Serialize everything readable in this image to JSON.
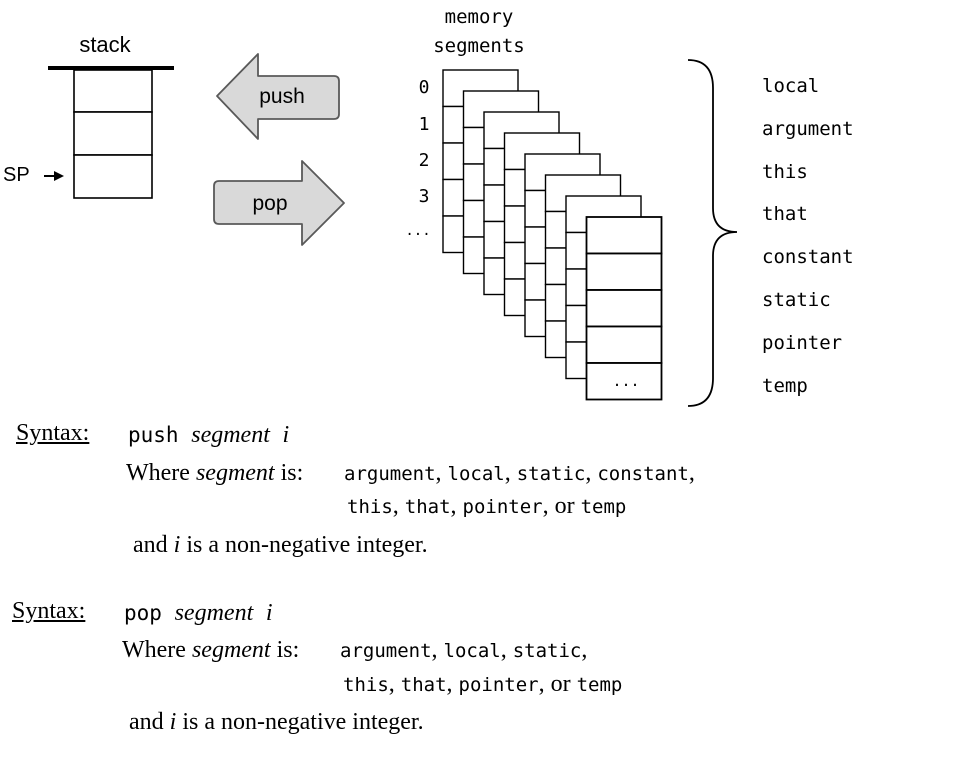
{
  "stack": {
    "title": "stack",
    "sp_label": "SP"
  },
  "arrows": {
    "push_label": "push",
    "pop_label": "pop"
  },
  "memory": {
    "title_line1": "memory",
    "title_line2": "segments",
    "indices": [
      "0",
      "1",
      "2",
      "3",
      "..."
    ],
    "front_ellipsis": "..."
  },
  "segment_names": [
    "local",
    "argument",
    "this",
    "that",
    "constant",
    "static",
    "pointer",
    "temp"
  ],
  "syntax": [
    {
      "label": "Syntax:",
      "command": "push",
      "arg_segment": "segment",
      "arg_i": "i",
      "where_prefix": "Where",
      "where_word": "segment",
      "where_suffix": "is:",
      "line1": [
        {
          "code": "argument",
          "sep": ", "
        },
        {
          "code": "local",
          "sep": ", "
        },
        {
          "code": "static",
          "sep": ", "
        },
        {
          "code": "constant",
          "sep": ","
        }
      ],
      "line2": [
        {
          "code": "this",
          "sep": ", "
        },
        {
          "code": "that",
          "sep": ", "
        },
        {
          "code": "pointer",
          "sep": ", or "
        },
        {
          "code": "temp",
          "sep": ""
        }
      ],
      "and_prefix": "and",
      "and_var": "i",
      "and_suffix": "is a non-negative integer."
    },
    {
      "label": "Syntax:",
      "command": "pop",
      "arg_segment": "segment",
      "arg_i": "i",
      "where_prefix": "Where",
      "where_word": "segment",
      "where_suffix": "is:",
      "line1": [
        {
          "code": "argument",
          "sep": ", "
        },
        {
          "code": "local",
          "sep": ", "
        },
        {
          "code": "static",
          "sep": ","
        }
      ],
      "line2": [
        {
          "code": "this",
          "sep": ", "
        },
        {
          "code": "that",
          "sep": ", "
        },
        {
          "code": "pointer",
          "sep": ", or "
        },
        {
          "code": "temp",
          "sep": ""
        }
      ],
      "and_prefix": "and",
      "and_var": "i",
      "and_suffix": "is a non-negative integer."
    }
  ],
  "colors": {
    "arrow_fill": "#d9d9d9",
    "arrow_stroke": "#595959",
    "line": "#000000"
  }
}
